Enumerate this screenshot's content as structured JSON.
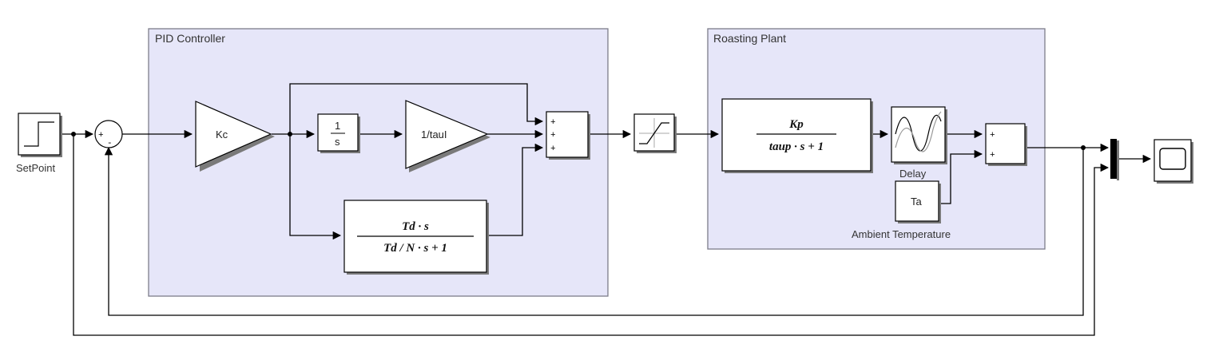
{
  "subsystems": {
    "pid": {
      "title": "PID Controller"
    },
    "plant": {
      "title": "Roasting Plant"
    }
  },
  "blocks": {
    "setpoint": {
      "label": "SetPoint"
    },
    "kc": {
      "text": "Kc"
    },
    "integrator": {
      "numerator": "1",
      "denominator": "s"
    },
    "inv_taui": {
      "text": "1/tauI"
    },
    "derivative": {
      "numerator": "Td · s",
      "denominator": "Td / N · s + 1"
    },
    "plant_tf": {
      "numerator": "Kp",
      "denominator": "taup · s + 1"
    },
    "delay": {
      "label": "Delay"
    },
    "ambient": {
      "text": "Ta",
      "label": "Ambient Temperature"
    }
  },
  "signs": {
    "error_sum": [
      "+",
      "-"
    ],
    "pid_sum": [
      "+",
      "+",
      "+"
    ],
    "plant_sum": [
      "+",
      "+"
    ]
  },
  "colors": {
    "subsystem_fill": "#e6e6f9",
    "subsystem_border": "#7d7d8a",
    "wire": "#000000"
  }
}
